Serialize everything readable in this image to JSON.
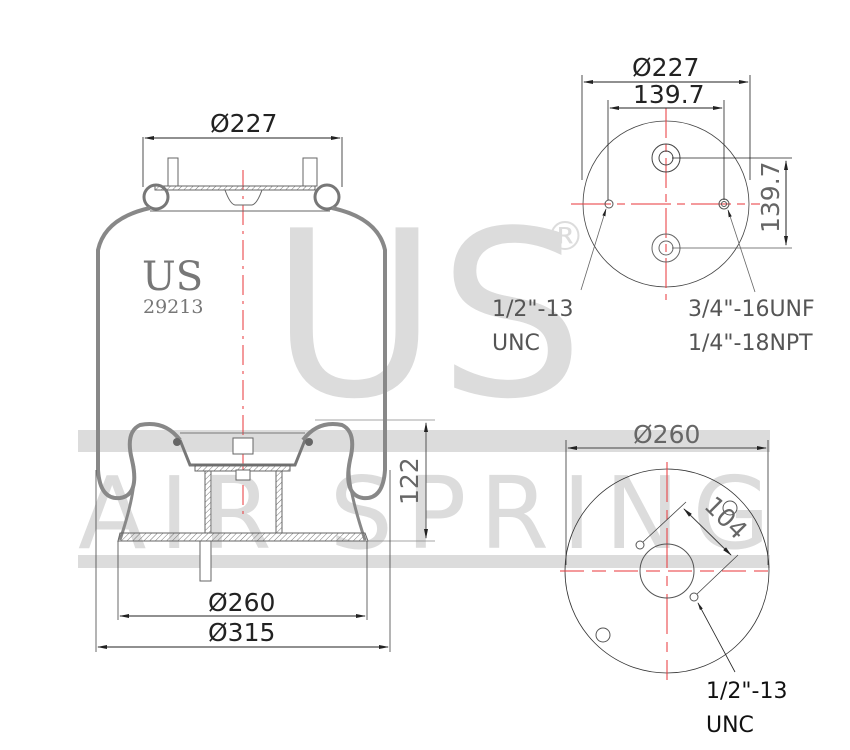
{
  "watermark": {
    "brand": "US",
    "registered": "®",
    "band_text": "AIR SPRING",
    "color": "#dcdcdc"
  },
  "side_view": {
    "product_brand": "US",
    "product_code": "29213",
    "top_plate_diameter": "Ø227",
    "piston_height": "122",
    "piston_diameter": "Ø260",
    "overall_diameter": "Ø315"
  },
  "top_view": {
    "outer_diameter": "Ø227",
    "bolt_spacing_horizontal": "139.7",
    "bolt_spacing_vertical": "139.7",
    "left_callout": [
      "1/2\"-13",
      "UNC"
    ],
    "right_callout": [
      "3/4\"-16UNF",
      "1/4\"-18NPT"
    ]
  },
  "bottom_view": {
    "outer_diameter": "Ø260",
    "hole_spacing": "104",
    "callout": [
      "1/2\"-13",
      "UNC"
    ]
  },
  "colors": {
    "centerline": "#e8363a",
    "line": "#555555",
    "dim_text": "#222222"
  }
}
